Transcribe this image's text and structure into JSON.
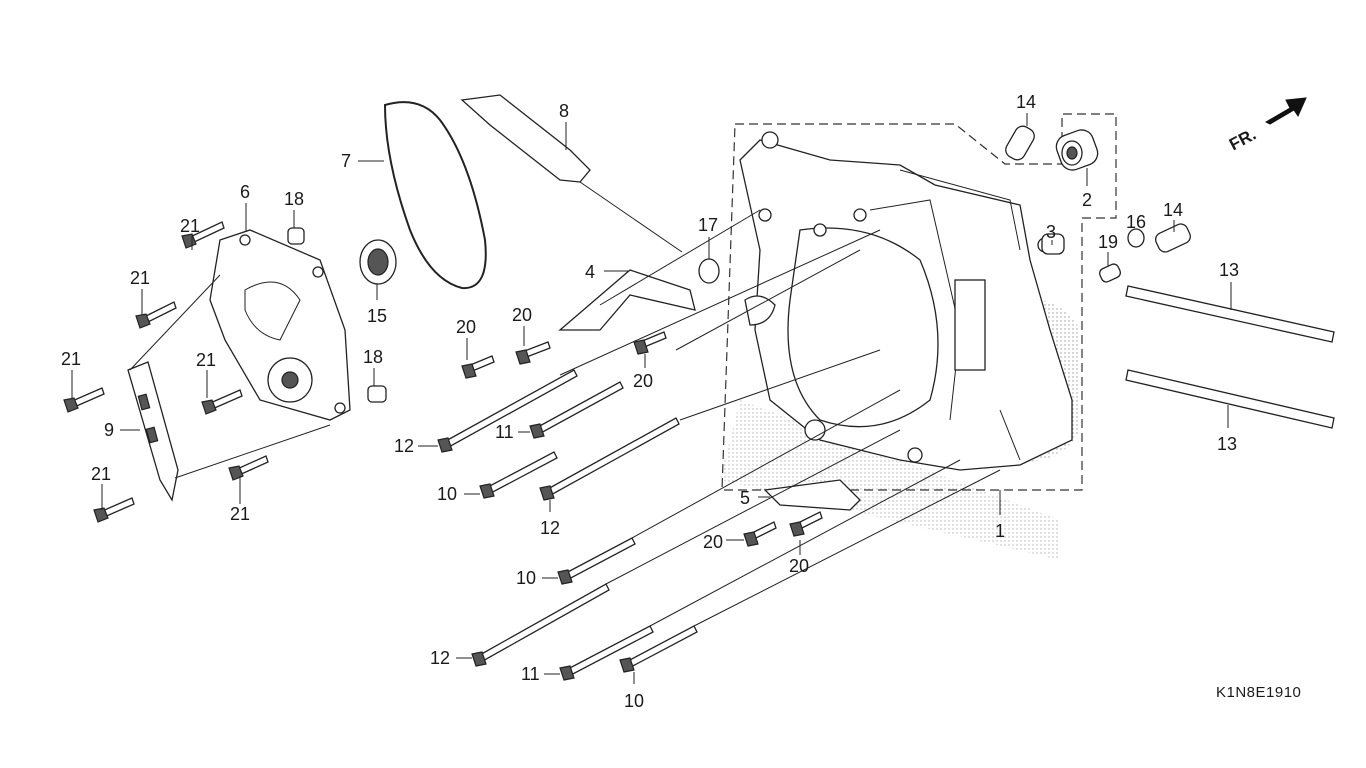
{
  "diagram": {
    "code": "K1N8E1910",
    "direction_label": "FR.",
    "callouts": [
      {
        "id": "c1",
        "text": "1"
      },
      {
        "id": "c2",
        "text": "2"
      },
      {
        "id": "c3",
        "text": "3"
      },
      {
        "id": "c4",
        "text": "4"
      },
      {
        "id": "c5",
        "text": "5"
      },
      {
        "id": "c6",
        "text": "6"
      },
      {
        "id": "c7",
        "text": "7"
      },
      {
        "id": "c8",
        "text": "8"
      },
      {
        "id": "c9",
        "text": "9"
      },
      {
        "id": "c10a",
        "text": "10"
      },
      {
        "id": "c10b",
        "text": "10"
      },
      {
        "id": "c10c",
        "text": "10"
      },
      {
        "id": "c11a",
        "text": "11"
      },
      {
        "id": "c11b",
        "text": "11"
      },
      {
        "id": "c12a",
        "text": "12"
      },
      {
        "id": "c12b",
        "text": "12"
      },
      {
        "id": "c12c",
        "text": "12"
      },
      {
        "id": "c13a",
        "text": "13"
      },
      {
        "id": "c13b",
        "text": "13"
      },
      {
        "id": "c14a",
        "text": "14"
      },
      {
        "id": "c14b",
        "text": "14"
      },
      {
        "id": "c15",
        "text": "15"
      },
      {
        "id": "c16",
        "text": "16"
      },
      {
        "id": "c17",
        "text": "17"
      },
      {
        "id": "c18a",
        "text": "18"
      },
      {
        "id": "c18b",
        "text": "18"
      },
      {
        "id": "c19",
        "text": "19"
      },
      {
        "id": "c20a",
        "text": "20"
      },
      {
        "id": "c20b",
        "text": "20"
      },
      {
        "id": "c20c",
        "text": "20"
      },
      {
        "id": "c20d",
        "text": "20"
      },
      {
        "id": "c20e",
        "text": "20"
      },
      {
        "id": "c21a",
        "text": "21"
      },
      {
        "id": "c21b",
        "text": "21"
      },
      {
        "id": "c21c",
        "text": "21"
      },
      {
        "id": "c21d",
        "text": "21"
      },
      {
        "id": "c21e",
        "text": "21"
      },
      {
        "id": "c21f",
        "text": "21"
      }
    ]
  }
}
